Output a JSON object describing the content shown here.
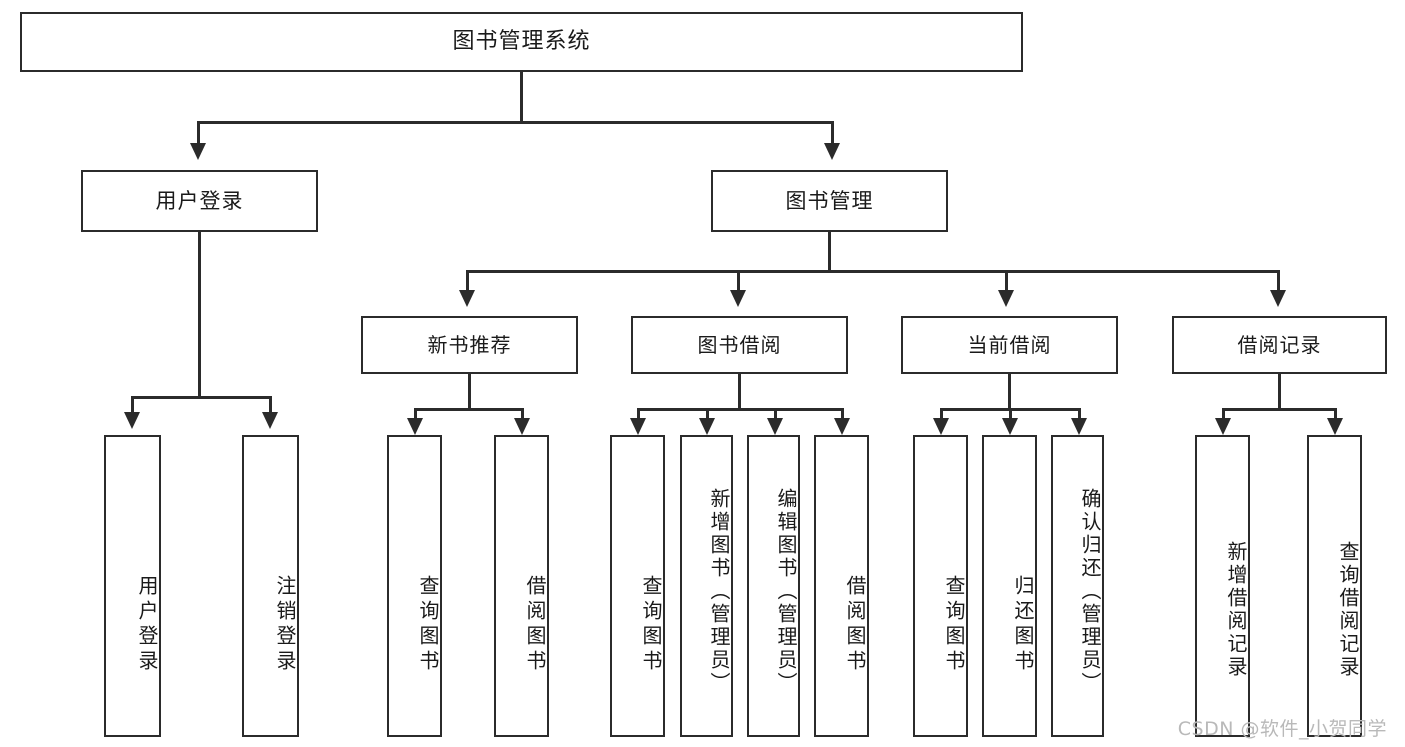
{
  "diagram": {
    "type": "tree-hierarchy",
    "title": "图书管理系统",
    "watermark": "CSDN @软件_小贺同学",
    "colors": {
      "stroke": "#2b2b2b",
      "box_fill": "#ffffff",
      "text": "#1a1a1a",
      "background": "#ffffff",
      "watermark": "#b9b9b9"
    },
    "root": {
      "label": "图书管理系统"
    },
    "level2": [
      {
        "label": "用户登录"
      },
      {
        "label": "图书管理"
      }
    ],
    "level3": [
      {
        "label": "新书推荐"
      },
      {
        "label": "图书借阅"
      },
      {
        "label": "当前借阅"
      },
      {
        "label": "借阅记录"
      }
    ],
    "leaves": {
      "user_login": [
        {
          "label": "用户登录"
        },
        {
          "label": "注销登录"
        }
      ],
      "new_book": [
        {
          "label": "查询图书"
        },
        {
          "label": "借阅图书"
        }
      ],
      "book_borrow": [
        {
          "label": "查询图书"
        },
        {
          "label": "新增图书（管理员）"
        },
        {
          "label": "编辑图书（管理员）"
        },
        {
          "label": "借阅图书"
        }
      ],
      "current_borrow": [
        {
          "label": "查询图书"
        },
        {
          "label": "归还图书"
        },
        {
          "label": "确认归还（管理员）"
        }
      ],
      "borrow_record": [
        {
          "label": "新增借阅记录"
        },
        {
          "label": "查询借阅记录"
        }
      ]
    }
  }
}
